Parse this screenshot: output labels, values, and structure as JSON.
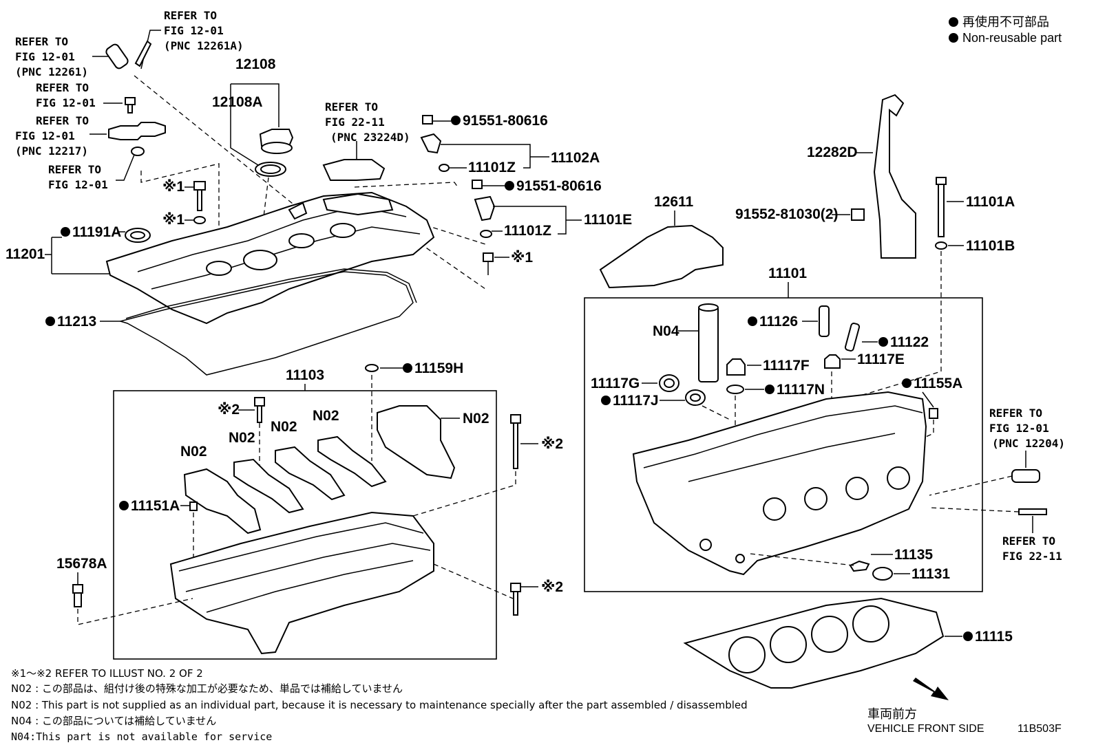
{
  "legend": {
    "line_ja": "再使用不可部品",
    "line_en": "Non-reusable part"
  },
  "refs": {
    "r1": [
      "REFER TO",
      "FIG 12-01",
      "(PNC 12261)"
    ],
    "r2": [
      "REFER TO",
      "FIG 12-01",
      "(PNC 12261A)"
    ],
    "r3": [
      "REFER TO",
      "FIG 12-01"
    ],
    "r4": [
      "REFER TO",
      "FIG 12-01",
      "(PNC 12217)"
    ],
    "r5": [
      "REFER TO",
      "FIG 12-01"
    ],
    "r6": [
      "REFER TO",
      "FIG 22-11",
      "(PNC 23224D)"
    ],
    "r7": [
      "REFER TO",
      "FIG 12-01",
      "(PNC 12204)"
    ],
    "r8": [
      "REFER TO",
      "FIG 22-11"
    ]
  },
  "labels": {
    "p12108": "12108",
    "p12108A": "12108A",
    "p91551a": "91551-80616",
    "p91551b": "91551-80616",
    "p11101Z_a": "11101Z",
    "p11101Z_b": "11101Z",
    "p11102A": "11102A",
    "p11101E": "11101E",
    "x1a": "※1",
    "x1b": "※1",
    "x1c": "※1",
    "p11191A": "11191A",
    "p11201": "11201",
    "p11213": "11213",
    "p12282D": "12282D",
    "p12611": "12611",
    "p91552": "91552-81030(2)",
    "p11101A": "11101A",
    "p11101B": "11101B",
    "p11101": "11101",
    "pN04": "N04",
    "p11126": "11126",
    "p11122": "11122",
    "p11117F": "11117F",
    "p11117E": "11117E",
    "p11117G": "11117G",
    "p11117N": "11117N",
    "p11117J": "11117J",
    "p11155A": "11155A",
    "p11135": "11135",
    "p11131": "11131",
    "p11115": "11115",
    "p11103": "11103",
    "p11159H": "11159H",
    "x2a": "※2",
    "x2b": "※2",
    "x2c": "※2",
    "pN02a": "N02",
    "pN02b": "N02",
    "pN02c": "N02",
    "pN02d": "N02",
    "pN02e": "N02",
    "p11151A": "11151A",
    "p15678A": "15678A"
  },
  "notes": {
    "n1": "※1～※2  REFER TO ILLUST NO. 2 OF 2",
    "n2": "N02 : この部品は、組付け後の特殊な加工が必要なため、単品では補給していません",
    "n3": "N02 : This part is not supplied as an individual part, because it is necessary to maintenance specially after the part assembled / disassembled",
    "n4": "N04 : この部品については補給していません",
    "n5": "N04:This part is not available for service"
  },
  "footer": {
    "direction_ja": "車両前方",
    "direction_en": "VEHICLE FRONT SIDE",
    "illust_code": "11B503F"
  }
}
